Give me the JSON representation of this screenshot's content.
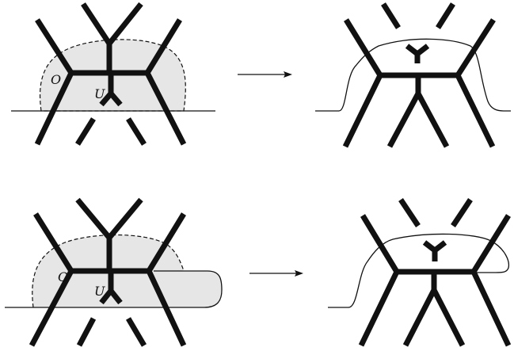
{
  "colors": {
    "ink": "#111111",
    "region_fill": "#e6e6e6"
  },
  "panels": [
    {
      "id": "top-left",
      "labels": {
        "outer": "O",
        "inner": "U"
      },
      "has_region": true,
      "has_tab": false
    },
    {
      "id": "top-right",
      "labels": null,
      "has_region": false,
      "has_tab": false
    },
    {
      "id": "bottom-left",
      "labels": {
        "outer": "O",
        "inner": "U"
      },
      "has_region": true,
      "has_tab": true
    },
    {
      "id": "bottom-right",
      "labels": null,
      "has_region": false,
      "has_tab": true
    }
  ],
  "arrows": [
    {
      "id": "top-arrow",
      "direction": "right"
    },
    {
      "id": "bottom-arrow",
      "direction": "right"
    }
  ]
}
